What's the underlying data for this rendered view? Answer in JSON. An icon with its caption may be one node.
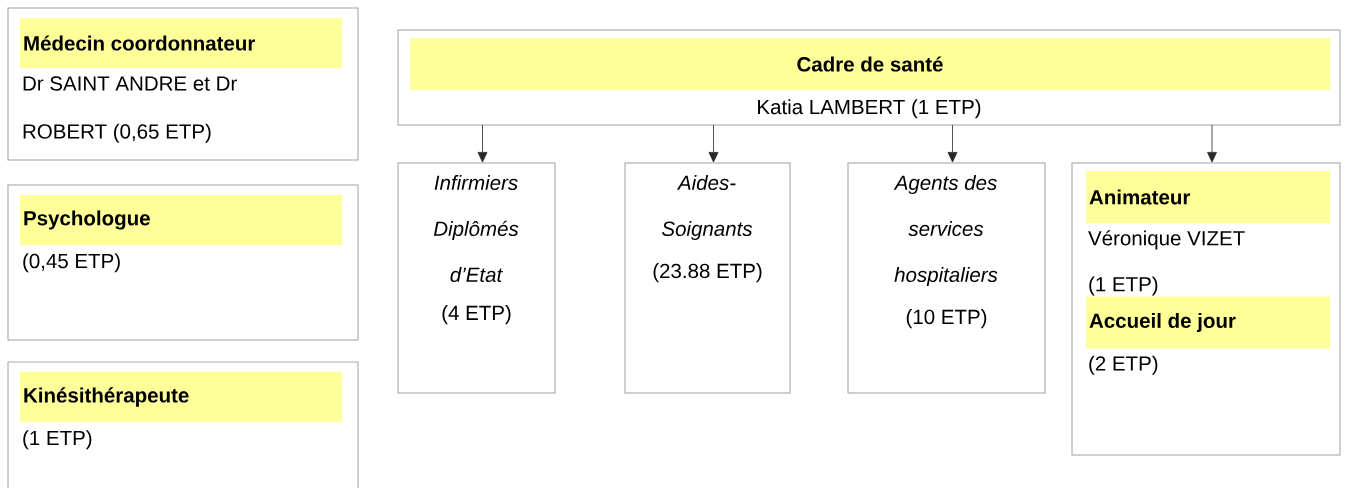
{
  "diagram": {
    "nodes": [
      {
        "text": [
          "Médecin coordonnateur",
          "Dr SAINT ANDRE et Dr ROBERT (0,65 ETP)"
        ]
      },
      {
        "text": [
          "Psychologue",
          "(0,45 ETP)"
        ]
      },
      {
        "text": [
          "Kinésithérapeute",
          "(1 ETP)"
        ]
      },
      {
        "text": [
          "Cadre de santé",
          "Katia LAMBERT (1 ETP)"
        ]
      },
      {
        "text": [
          "Infirmiers Diplômés d’Etat",
          "(4 ETP)"
        ]
      },
      {
        "text": [
          "Aides-Soignants",
          "(23.88 ETP)"
        ]
      },
      {
        "text": [
          "Agents des services hospitaliers",
          "(10 ETP)"
        ]
      },
      {
        "text": [
          "Animateur",
          "Véronique VIZET (1 ETP)",
          "Accueil de jour",
          "(2 ETP)"
        ]
      }
    ],
    "edges": [
      {
        "from": 3,
        "to": 4,
        "arrow": "to"
      },
      {
        "from": 3,
        "to": 5,
        "arrow": "to"
      },
      {
        "from": 3,
        "to": 6,
        "arrow": "to"
      },
      {
        "from": 3,
        "to": 7,
        "arrow": "to"
      }
    ]
  }
}
